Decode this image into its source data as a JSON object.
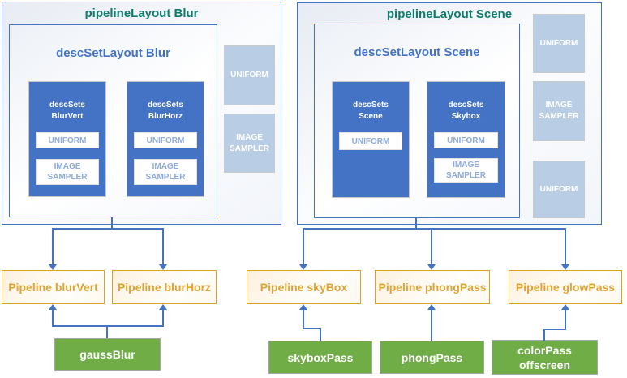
{
  "diagram": {
    "blur": {
      "title": "pipelineLayout Blur",
      "layout": {
        "title": "descSetLayout Blur",
        "desc_sets": [
          {
            "line1": "descSets",
            "line2": "BlurVert",
            "slots": [
              "UNIFORM",
              "IMAGE SAMPLER"
            ]
          },
          {
            "line1": "descSets",
            "line2": "BlurHorz",
            "slots": [
              "UNIFORM",
              "IMAGE SAMPLER"
            ]
          }
        ]
      },
      "bindings": [
        "UNIFORM",
        "IMAGE SAMPLER"
      ]
    },
    "scene": {
      "title": "pipelineLayout Scene",
      "layout": {
        "title": "descSetLayout Scene",
        "desc_sets": [
          {
            "line1": "descSets",
            "line2": "Scene",
            "slots": [
              "UNIFORM"
            ]
          },
          {
            "line1": "descSets",
            "line2": "Skybox",
            "slots": [
              "UNIFORM",
              "IMAGE SAMPLER"
            ]
          }
        ]
      },
      "bindings": [
        "UNIFORM",
        "IMAGE SAMPLER",
        "UNIFORM"
      ]
    },
    "pipelines": [
      "Pipeline blurVert",
      "Pipeline blurHorz",
      "Pipeline skyBox",
      "Pipeline phongPass",
      "Pipeline glowPass"
    ],
    "passes": [
      {
        "line1": "gaussBlur"
      },
      {
        "line1": "skyboxPass"
      },
      {
        "line1": "phongPass"
      },
      {
        "line1": "colorPass",
        "line2": "offscreen"
      }
    ],
    "colors": {
      "accent_blue": "#4472C4",
      "title_teal": "#0E7C6D",
      "light_blue_fill": "#B9CDE5",
      "slot_text_blue": "#8FAADC",
      "gold_border": "#D9A521",
      "gold_text": "#E2A42F",
      "green_fill": "#70AD47"
    }
  }
}
